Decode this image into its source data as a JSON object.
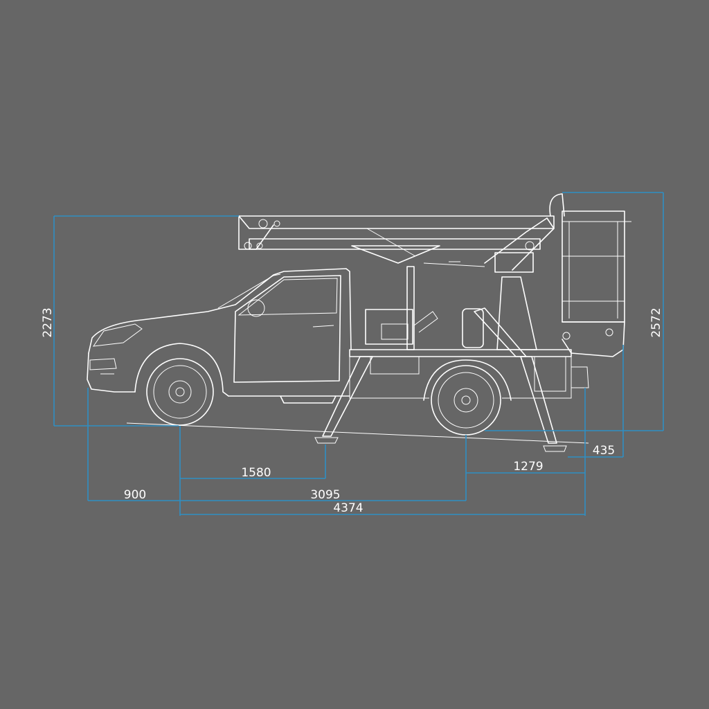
{
  "diagram": {
    "title": "",
    "colors": {
      "background": "#666666",
      "dimension_lines": "#2f8fc4",
      "drawing": "#ffffff"
    },
    "dimensions": {
      "overall_height_stowed": "2273",
      "platform_height": "2572",
      "rear_overhang_platform": "435",
      "rear_wheel_to_outrigger": "1279",
      "front_wheel_to_outrigger": "1580",
      "front_overhang": "900",
      "wheelbase": "3095",
      "overall_outrigger_span": "4374"
    }
  }
}
